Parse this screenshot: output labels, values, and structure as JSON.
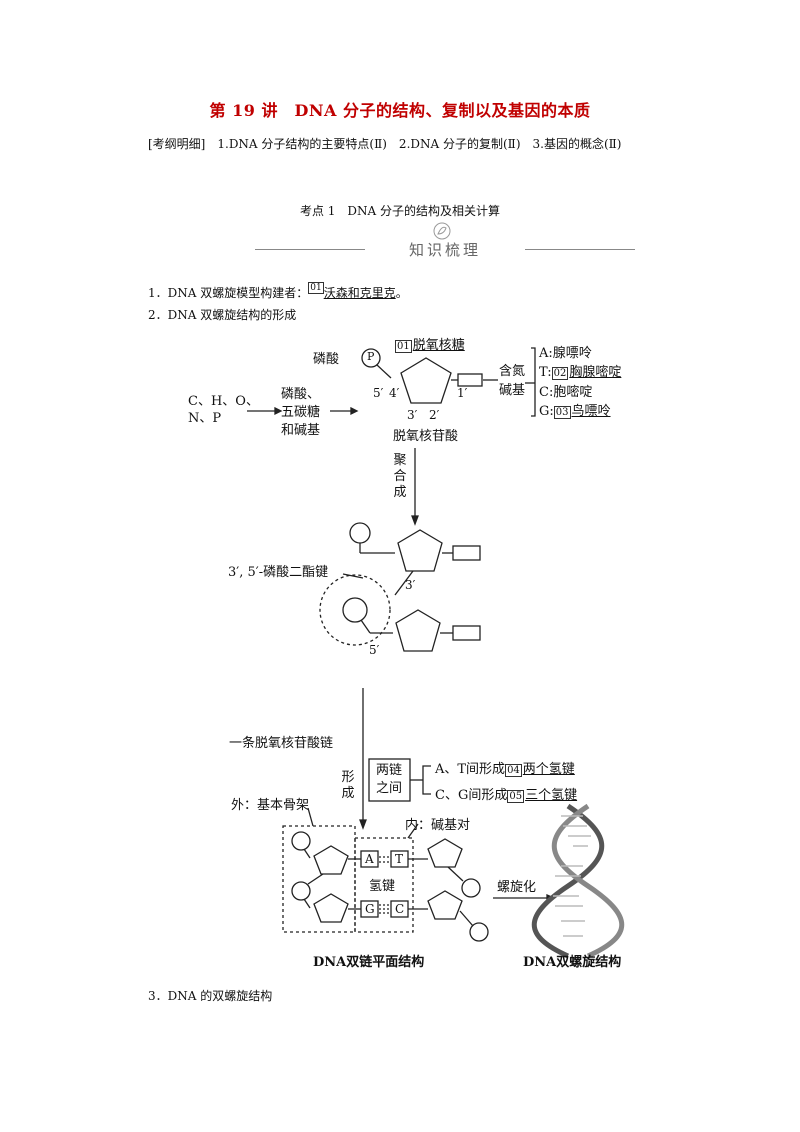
{
  "header": {
    "title": "第 19 讲　DNA 分子的结构、复制以及基因的本质",
    "outline": "[考纲明细]　1.DNA 分子结构的主要特点(Ⅱ)　2.DNA 分子的复制(Ⅱ)　3.基因的概念(Ⅱ)"
  },
  "section": {
    "title": "考点 1　DNA 分子的结构及相关计算",
    "banner": "知识梳理"
  },
  "items": {
    "item1_prefix": "1．DNA 双螺旋模型构建者：",
    "item1_num": "01",
    "item1_answer": "沃森和克里克",
    "item1_suffix": "。",
    "item2": "2．DNA 双螺旋结构的形成",
    "item3": "3．DNA 的双螺旋结构"
  },
  "diagram1": {
    "elements": "C、H、O、",
    "elements2": "N、P",
    "raw1": "磷酸、",
    "raw2": "五碳糖",
    "raw3": "和碱基",
    "phosphate_label": "磷酸",
    "phosphate_symbol": "P",
    "sugar_num": "01",
    "sugar_label": "脱氧核糖",
    "c5": "5′",
    "c4": "4′",
    "c3": "3′",
    "c2": "2′",
    "c1": "1′",
    "nucleotide": "脱氧核苷酸",
    "base_label1": "含氮",
    "base_label2": "碱基",
    "base_a": "A:腺嘌呤",
    "base_t_prefix": "T:",
    "base_t_num": "02",
    "base_t": "胸腺嘧啶",
    "base_c": "C:胞嘧啶",
    "base_g_prefix": "G:",
    "base_g_num": "03",
    "base_g": "鸟嘌呤",
    "polymerize": [
      "聚",
      "合",
      "成"
    ],
    "bond_label": "3′, 5′-磷酸二酯键",
    "bond_3": "3′",
    "bond_5": "5′"
  },
  "diagram2": {
    "chain_label": "一条脱氧核苷酸链",
    "form": [
      "形",
      "成"
    ],
    "between1": "两链",
    "between2": "之间",
    "at_prefix": "A、T间形成",
    "at_num": "04",
    "at_suffix": "两个氢键",
    "cg_prefix": "C、G间形成",
    "cg_num": "05",
    "cg_suffix": "三个氢键",
    "outer": "外：基本骨架",
    "inner": "内：碱基对",
    "base_a": "A",
    "base_t": "T",
    "base_g": "G",
    "base_c": "C",
    "h_bond": "氢键",
    "spiral": "螺旋化",
    "caption_plane": "DNA双链平面结构",
    "caption_helix": "DNA双螺旋结构"
  }
}
